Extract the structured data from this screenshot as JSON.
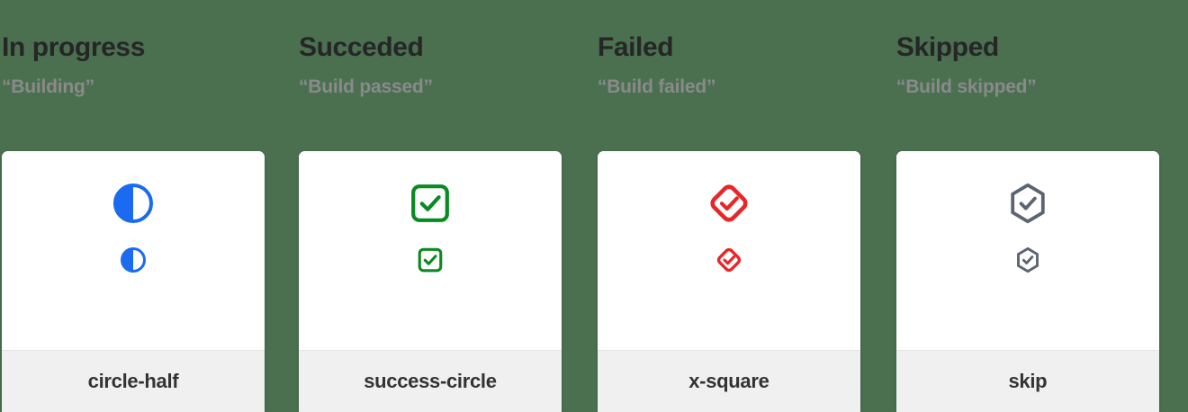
{
  "background_color": "#4a7050",
  "columns": [
    {
      "heading": "In progress",
      "subtitle": "“Building”",
      "icon_name": "circle-half-icon",
      "icon_label": "circle-half",
      "icon_color": "#1a6bef"
    },
    {
      "heading": "Succeded",
      "subtitle": "“Build passed”",
      "icon_name": "success-circle-icon",
      "icon_label": "success-circle",
      "icon_color": "#0a8a22"
    },
    {
      "heading": "Failed",
      "subtitle": "“Build failed”",
      "icon_name": "x-square-icon",
      "icon_label": "x-square",
      "icon_color": "#e8262a"
    },
    {
      "heading": "Skipped",
      "subtitle": "“Build skipped”",
      "icon_name": "skip-icon",
      "icon_label": "skip",
      "icon_color": "#5c6472"
    }
  ]
}
